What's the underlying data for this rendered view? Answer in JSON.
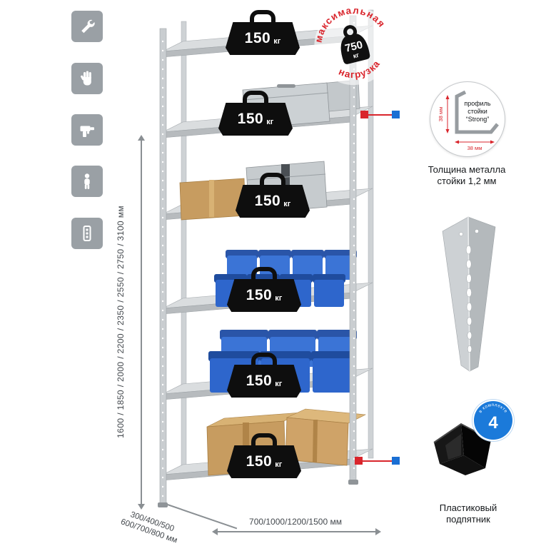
{
  "colors": {
    "accent_red": "#d9252c",
    "accent_blue": "#1a6fd4",
    "icon_gray": "#9aa0a5",
    "metal_gray": "#c9cdd0",
    "bin_blue": "#2e66cc",
    "box_brown": "#c79c60"
  },
  "left_icons": [
    {
      "name": "wrench-icon"
    },
    {
      "name": "gloves-icon"
    },
    {
      "name": "drill-icon"
    },
    {
      "name": "person-icon"
    },
    {
      "name": "perforated-post-icon"
    }
  ],
  "dimensions": {
    "height": "1600 / 1850 / 2000 / 2200 / 2350 / 2550 / 2750 / 3100 мм",
    "depth_line1": "300/400/500",
    "depth_line2": "600/700/800 мм",
    "width": "700/1000/1200/1500 мм"
  },
  "shelves": [
    {
      "value": "150",
      "unit": "кг"
    },
    {
      "value": "150",
      "unit": "кг"
    },
    {
      "value": "150",
      "unit": "кг"
    },
    {
      "value": "150",
      "unit": "кг"
    },
    {
      "value": "150",
      "unit": "кг"
    },
    {
      "value": "150",
      "unit": "кг"
    }
  ],
  "stamp": {
    "arc_top": "максимальная",
    "arc_bottom": "нагрузка",
    "value": "750",
    "unit": "кг"
  },
  "profile_callout": {
    "line1": "профиль",
    "line2": "стойки",
    "line3": "“Strong”",
    "dim_vertical": "38 мм",
    "dim_horizontal": "38 мм",
    "caption_line1": "Толщина металла",
    "caption_line2": "стойки 1,2 мм"
  },
  "foot": {
    "badge_value": "4",
    "badge_text": "в комплекте",
    "caption_line1": "Пластиковый",
    "caption_line2": "подпятник"
  }
}
